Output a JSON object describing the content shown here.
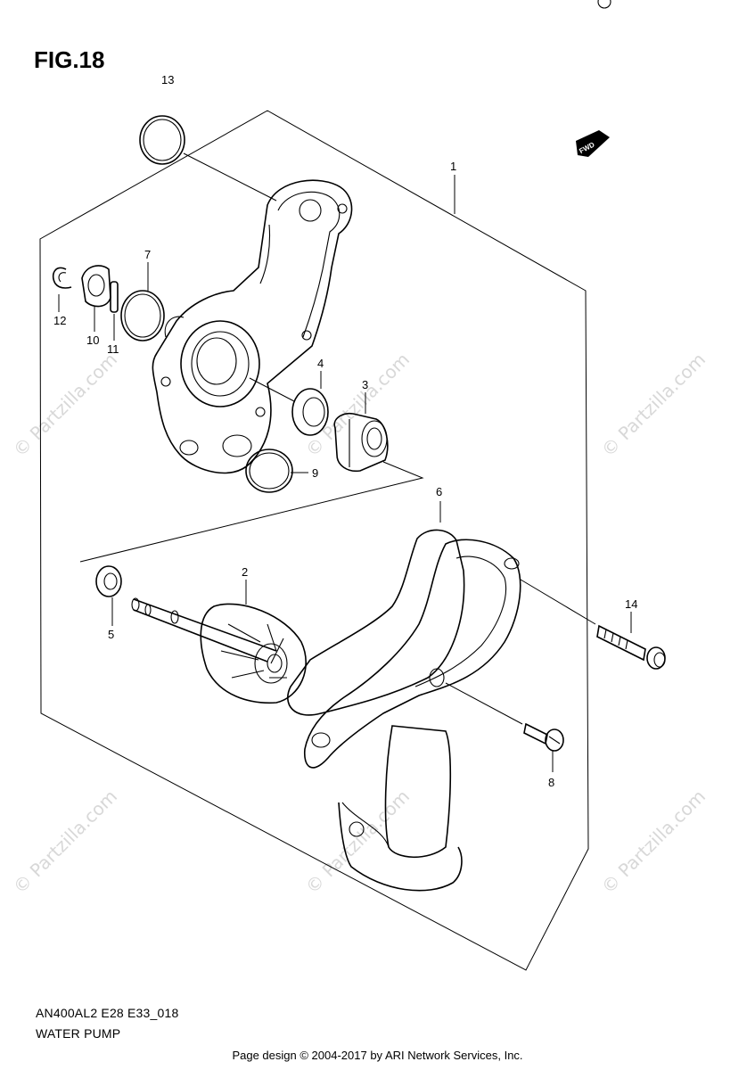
{
  "figure": {
    "title": "FIG.18",
    "fwd_label": "FWD"
  },
  "callouts": [
    "1",
    "2",
    "3",
    "4",
    "5",
    "6",
    "7",
    "8",
    "9",
    "10",
    "11",
    "12",
    "13",
    "14"
  ],
  "model_code": "AN400AL2 E28 E33_018",
  "section_name": "WATER PUMP",
  "footer": "Page design © 2004-2017 by ARI Network Services, Inc.",
  "watermark": "© Partzilla.com"
}
